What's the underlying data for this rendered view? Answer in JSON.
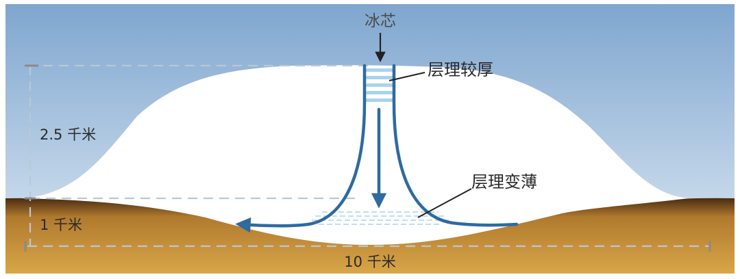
{
  "diagram": {
    "labels": {
      "core": "冰芯",
      "thick_layers": "层理较厚",
      "thin_layers": "层理变薄",
      "height": "2.5 千米",
      "bedrock_depth": "1 千米",
      "width": "10 千米"
    },
    "colors": {
      "sky_top": "#7fa6cf",
      "sky_bottom": "#dfeaf4",
      "ice": "#ffffff",
      "flow": "#2f6aa0",
      "layers": "#a8d3ee",
      "ground_top": "#4a2b12",
      "ground_mid": "#b07a2e",
      "ground_light": "#d9a648",
      "dimension": "#b8c8d6",
      "dimension_dark": "#8a8a8a",
      "text": "#2a2a2a"
    }
  }
}
